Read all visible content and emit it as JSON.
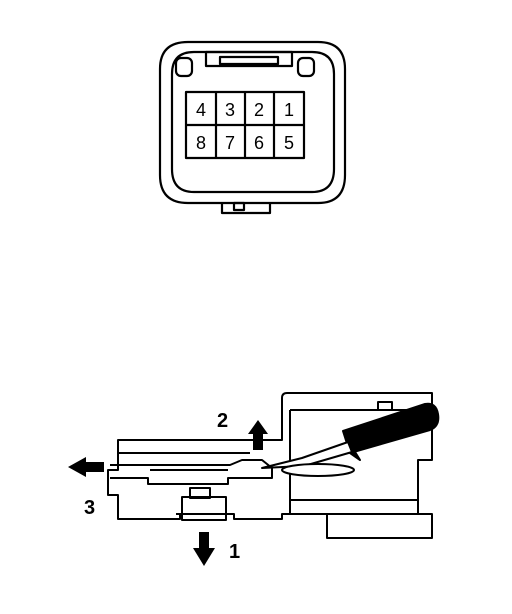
{
  "connector_face": {
    "pins_top": [
      "4",
      "3",
      "2",
      "1"
    ],
    "pins_bottom": [
      "8",
      "7",
      "6",
      "5"
    ]
  },
  "procedure": {
    "step_1": "1",
    "step_2": "2",
    "step_3": "3"
  },
  "colors": {
    "line": "#000000",
    "background": "#ffffff"
  }
}
